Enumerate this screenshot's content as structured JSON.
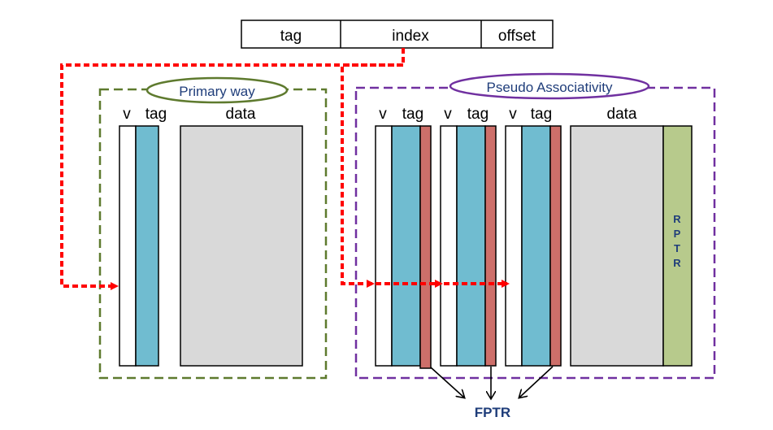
{
  "address": {
    "tag": "tag",
    "index": "index",
    "offset": "offset"
  },
  "primary": {
    "label": "Primary way",
    "col_v": "v",
    "col_tag": "tag",
    "col_data": "data",
    "border_color": "#5e7a2e",
    "label_color": "#1f3d7a"
  },
  "pseudo": {
    "label": "Pseudo Associativity",
    "col_v": "v",
    "col_tag": "tag",
    "col_data": "data",
    "rptr_letters": [
      "R",
      "P",
      "T",
      "R"
    ],
    "border_color": "#7030a0",
    "label_color": "#1f3d7a"
  },
  "fptr_label": "FPTR",
  "colors": {
    "tag_fill": "#70bcd0",
    "ptr_fill": "#cd6f6a",
    "data_fill": "#d9d9d9",
    "rptr_fill": "#b7ca8c",
    "arrow": "#ff0000",
    "fptr_text": "#1f3d7a"
  }
}
